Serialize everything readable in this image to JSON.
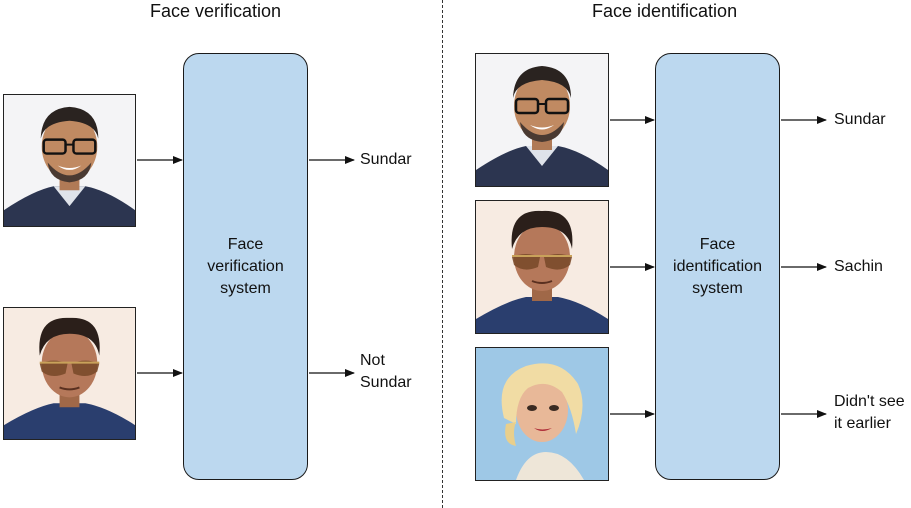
{
  "verification": {
    "title": "Face verification",
    "system_label": "Face\nverification\nsystem",
    "outputs": [
      "Sundar",
      "Not\nSundar"
    ]
  },
  "identification": {
    "title": "Face identification",
    "system_label": "Face\nidentification\nsystem",
    "outputs": [
      "Sundar",
      "Sachin",
      "Didn't see\nit earlier"
    ]
  },
  "colors": {
    "system_fill": "#bcd8ef",
    "shirt_dark": "#2c3550",
    "shirt_navy": "#2a3e6e",
    "sky": "#9ec8e6"
  },
  "icons": {
    "photo_1": "portrait-photo-sundar",
    "photo_2": "portrait-photo-sachin",
    "photo_3": "portrait-photo-unknown-woman"
  }
}
